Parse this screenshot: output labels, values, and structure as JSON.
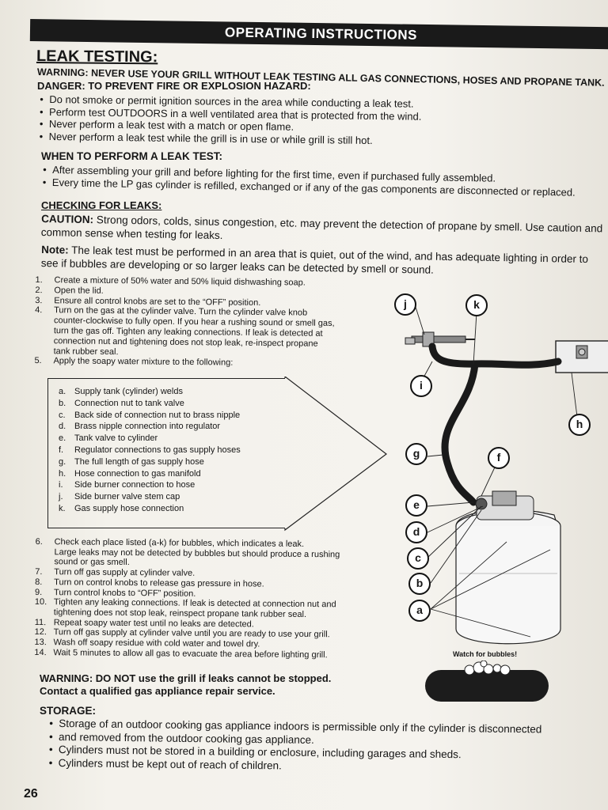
{
  "header": {
    "title": "OPERATING INSTRUCTIONS"
  },
  "leak": {
    "heading": "LEAK TESTING:",
    "warning": "WARNING: NEVER USE YOUR GRILL WITHOUT LEAK TESTING ALL GAS CONNECTIONS, HOSES AND PROPANE TANK.",
    "danger": "DANGER: TO PREVENT FIRE OR EXPLOSION HAZARD:",
    "bullets": [
      "Do not smoke or permit ignition sources in the area while conducting a leak test.",
      "Perform test OUTDOORS in a well ventilated area that is protected from the wind.",
      "Never perform a leak test with a match or open flame.",
      "Never perform a leak test while the grill is in use or while grill is still hot."
    ]
  },
  "when": {
    "heading": "WHEN TO PERFORM A LEAK TEST:",
    "bullets": [
      "After assembling your grill and before lighting for the first time, even if purchased fully assembled.",
      "Every time the LP gas cylinder is refilled, exchanged or if any of the gas components are disconnected or replaced."
    ]
  },
  "checking": {
    "heading": "CHECKING FOR LEAKS:",
    "caution_label": "CAUTION:",
    "caution_text": " Strong odors, colds, sinus congestion, etc. may prevent the detection of propane by smell. Use caution and common sense when testing for leaks.",
    "note_label": "Note:",
    "note_text": "  The leak test must be performed in an area that is quiet, out of the wind, and has adequate lighting in order to see if bubbles are developing or so larger leaks can be detected by smell or sound."
  },
  "steps_a": [
    {
      "n": "1.",
      "t": "Create a mixture of 50% water and 50% liquid dishwashing soap."
    },
    {
      "n": "2.",
      "t": "Open the lid."
    },
    {
      "n": "3.",
      "t": "Ensure all control knobs are set to the “OFF” position."
    },
    {
      "n": "4.",
      "t": "Turn on the gas at the cylinder valve. Turn the cylinder valve knob"
    },
    {
      "n": "",
      "t": "counter-clockwise to fully open. If you hear a rushing sound or smell gas,"
    },
    {
      "n": "",
      "t": "turn the gas off. Tighten any leaking connections. If leak is detected at"
    },
    {
      "n": "",
      "t": "connection nut and tightening does not stop leak, re-inspect propane"
    },
    {
      "n": "",
      "t": "tank rubber seal."
    },
    {
      "n": "5.",
      "t": "Apply the soapy water mixture to the following:"
    }
  ],
  "points": [
    {
      "n": "a.",
      "t": "Supply tank (cylinder) welds"
    },
    {
      "n": "b.",
      "t": "Connection nut to tank valve"
    },
    {
      "n": "c.",
      "t": "Back side of connection nut to brass nipple"
    },
    {
      "n": "d.",
      "t": "Brass nipple connection into regulator"
    },
    {
      "n": "e.",
      "t": "Tank valve to cylinder"
    },
    {
      "n": "f.",
      "t": "Regulator connections to gas supply hoses"
    },
    {
      "n": "g.",
      "t": "The full length of gas supply hose"
    },
    {
      "n": "h.",
      "t": "Hose connection to gas manifold"
    },
    {
      "n": "i.",
      "t": "Side burner connection to hose"
    },
    {
      "n": "j.",
      "t": "Side burner valve stem cap"
    },
    {
      "n": "k.",
      "t": "Gas supply hose connection"
    }
  ],
  "steps_b": [
    {
      "n": "6.",
      "t": "Check each place listed (a-k) for bubbles, which indicates a leak."
    },
    {
      "n": "",
      "t": "Large leaks may not be detected by bubbles but should produce a rushing"
    },
    {
      "n": "",
      "t": "sound or gas smell."
    },
    {
      "n": "7.",
      "t": "Turn off gas supply at cylinder valve."
    },
    {
      "n": "8.",
      "t": "Turn on control knobs to release gas pressure in hose."
    },
    {
      "n": "9.",
      "t": "Turn control knobs to “OFF” position."
    },
    {
      "n": "10.",
      "t": "Tighten any leaking connections. If leak is detected at connection nut and"
    },
    {
      "n": "",
      "t": "tightening does not stop leak, reinspect propane tank rubber seal."
    },
    {
      "n": "11.",
      "t": "Repeat soapy water test until no leaks are detected."
    },
    {
      "n": "12.",
      "t": "Turn off gas supply at cylinder valve until you are ready to use your grill."
    },
    {
      "n": "13.",
      "t": "Wash off soapy residue with cold water and towel dry."
    },
    {
      "n": "14.",
      "t": "Wait 5 minutes to allow all gas to evacuate the area before lighting grill."
    }
  ],
  "warning_bottom": {
    "line1": "WARNING: DO NOT use the grill if leaks cannot be stopped.",
    "line2": "Contact a qualified gas appliance repair service."
  },
  "storage": {
    "heading": "STORAGE:",
    "bullets": [
      "Storage of an outdoor cooking gas appliance indoors is permissible only if the cylinder is disconnected",
      "and removed from the outdoor cooking gas appliance.",
      "Cylinders must not be stored in a building or enclosure, including garages and sheds.",
      "Cylinders must be kept out of reach of children."
    ]
  },
  "diagram": {
    "labels": [
      "j",
      "k",
      "i",
      "h",
      "g",
      "f",
      "e",
      "d",
      "c",
      "b",
      "a"
    ],
    "caption": "Watch for bubbles!"
  },
  "page_number": "26"
}
